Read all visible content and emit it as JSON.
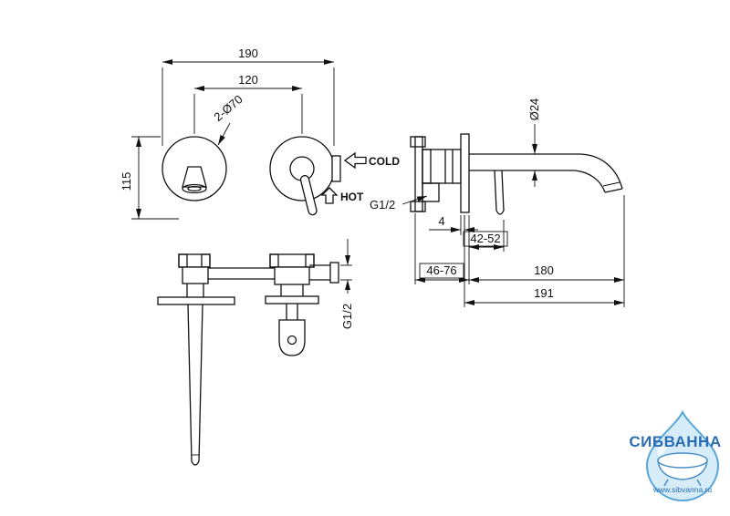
{
  "front_view": {
    "dim_total_width": "190",
    "dim_center_distance": "120",
    "dim_height": "115",
    "holes_note": "2-Ø70",
    "cold_label": "COLD",
    "hot_label": "HOT"
  },
  "side_view": {
    "spout_diameter": "Ø24",
    "thread_label": "G1/2",
    "dim_wall_gap": "4",
    "dim_range_handle": "42-52",
    "dim_range_depth": "46-76",
    "dim_spout_reach": "180",
    "dim_total_reach": "191"
  },
  "plan_view": {
    "thread_label": "G1/2"
  },
  "watermark": {
    "brand": "СИБВАННА",
    "website": "www.sibvanna.ru",
    "accent_color": "#2a6db5",
    "drop_fill": "#d6ecf8",
    "drop_stroke": "#58a6d8"
  }
}
